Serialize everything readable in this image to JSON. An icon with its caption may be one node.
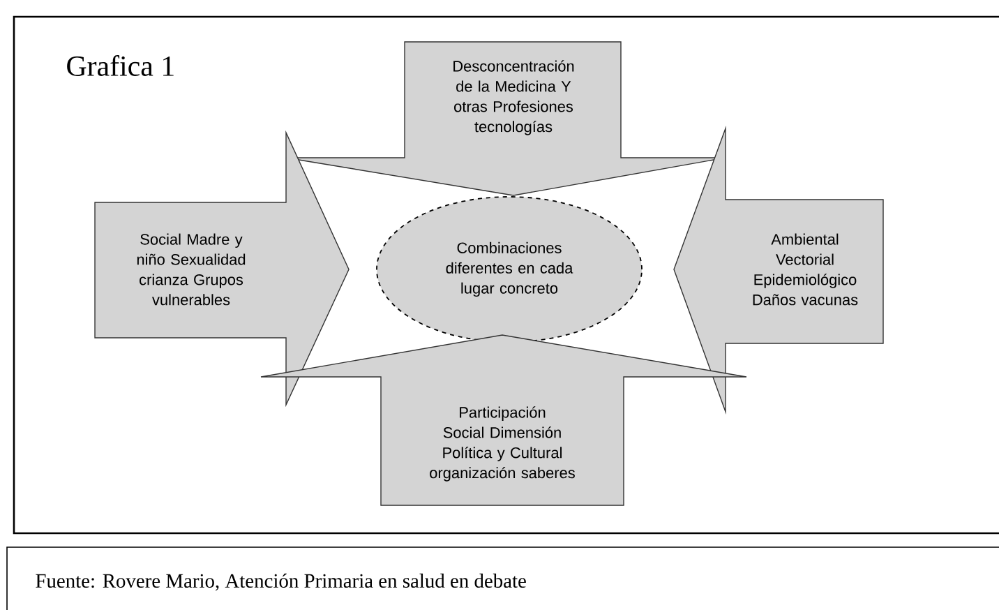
{
  "diagram": {
    "title": "Grafica 1",
    "caption": "Fuente: Rovere Mario, Atención Primaria en salud en debate",
    "nodes": [
      {
        "text": [
          "Desconcentración de la Medicina Y otras Profesiones tecnologías"
        ]
      },
      {
        "text": [
          "Social Madre y niño Sexualidad crianza Grupos vulnerables"
        ]
      },
      {
        "text": [
          "Combinaciones diferentes en cada lugar concreto"
        ]
      },
      {
        "text": [
          "Ambiental Vectorial Epidemiológico Daños vacunas"
        ]
      },
      {
        "text": [
          "Participación Social Dimensión Política y Cultural organización saberes"
        ]
      }
    ]
  }
}
